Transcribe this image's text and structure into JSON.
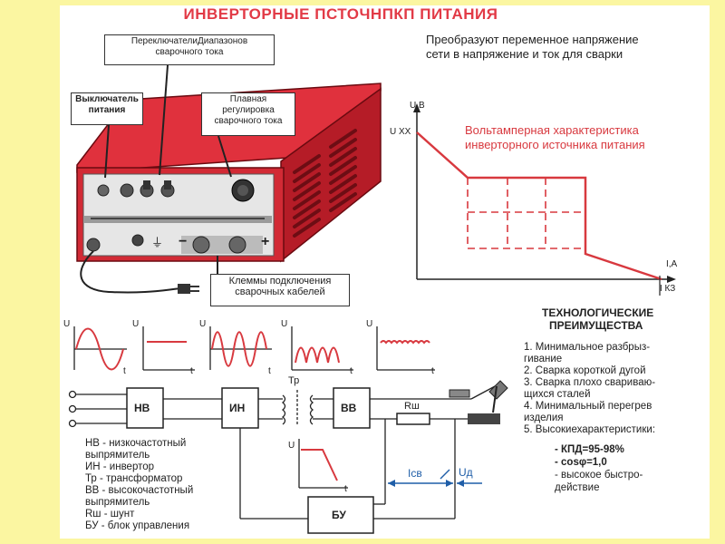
{
  "title": "ИНВЕРТОРНЫЕ ПСТОЧНПКП ПИТАНИЯ",
  "intro": {
    "line1": "Преобразуют переменное напряжение",
    "line2": "сети в напряжение и ток для сварки"
  },
  "callouts": {
    "range_switches": {
      "line1": "ПереключателиДиапазонов",
      "line2": "сварочного тока"
    },
    "power_switch": {
      "line1": "Выключатель",
      "line2": "питания"
    },
    "main_adjust": {
      "line1": "Плавная",
      "line2": "регулировка",
      "line3": "сварочного тока"
    },
    "terminals": {
      "line1": "Клеммы подключения",
      "line2": "сварочных кабелей"
    }
  },
  "device": {
    "minus": "−",
    "plus": "+"
  },
  "va_chart": {
    "title_line1": "Вольтамперная характеристика",
    "title_line2": "инверторного источника питания",
    "y_axis_label": "U,В",
    "x_axis_label": "I,А",
    "uxx_label": "U XX",
    "ikz_label": "I КЗ"
  },
  "waveforms": {
    "u_label": "U",
    "t_label": "t"
  },
  "block_diagram": {
    "nv": "НВ",
    "in": "ИН",
    "tr": "Тр",
    "vv": "ВВ",
    "rsh": "Rш",
    "bu": "БУ",
    "icv": "Iсв",
    "ud": "Uд",
    "mini_u": "U",
    "mini_t": "t"
  },
  "legend": [
    "НВ - низкочастотный",
    "        выпрямитель",
    "ИН - инвертор",
    "Тр - трансформатор",
    "ВВ - высокочастотный",
    "        выпрямитель",
    "Rш - шунт",
    "БУ - блок управления"
  ],
  "advantages": {
    "title_line1": "ТЕХНОЛОГИЧЕСКИЕ",
    "title_line2": "ПРЕИМУЩЕСТВА",
    "items": [
      "1.  Минимальное разбрыз-",
      "     гивание",
      "2. Сварка короткой дугой",
      "3. Сварка плохо свариваю-",
      "    щихся сталей",
      "4. Минимальный перегрев",
      "    изделия",
      "5. Высокиехарактеристики:"
    ],
    "specs": [
      "- КПД=95-98%",
      "- cosφ=1,0",
      "- высокое быстро-",
      "  действие"
    ]
  },
  "colors": {
    "background": "#fbf6a1",
    "accent_red": "#e23a46",
    "device_red": "#c8202c",
    "chart_red": "#d8393f"
  }
}
